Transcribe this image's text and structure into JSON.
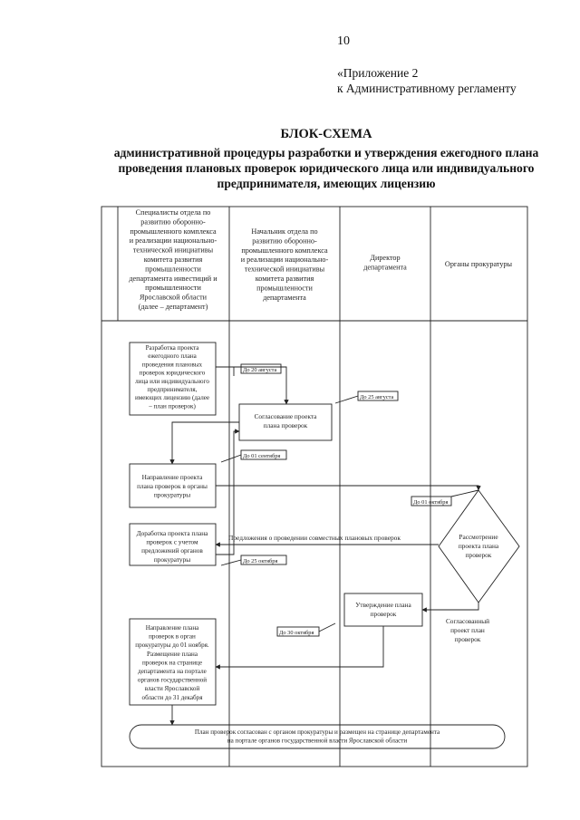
{
  "page_number": "10",
  "appendix": {
    "line1": "«Приложение 2",
    "line2": "к Административному регламенту"
  },
  "title": {
    "main": "БЛОК-СХЕМА",
    "sub": "административной процедуры разработки и утверждения ежегодного плана проведения плановых проверок юридического лица или индивидуального предпринимателя, имеющих лицензию"
  },
  "lanes": [
    [
      "Специалисты отдела по",
      "развитию оборонно-",
      "промышленного комплекса",
      "и реализации национально-",
      "технической инициативы",
      "комитета развития",
      "промышленности",
      "департамента инвестиций и",
      "промышленности",
      "Ярославской области",
      "(далее – департамент)"
    ],
    [
      "Начальник отдела по",
      "развитию оборонно-",
      "промышленного комплекса",
      "и реализации национально-",
      "технической инициативы",
      "комитета развития",
      "промышленности",
      "департамента"
    ],
    [
      "Директор",
      "департамента"
    ],
    [
      "Органы прокуратуры"
    ]
  ],
  "boxes": {
    "b1": [
      "Разработка проекта",
      "ежегодного плана",
      "проведения плановых",
      "проверок юридического",
      "лица или индивидуального",
      "предпринимателя,",
      "имеющих лицензию (далее",
      "– план проверок)"
    ],
    "b2": [
      "Согласование проекта",
      "плана проверок"
    ],
    "b3": [
      "Направление проекта",
      "плана проверок в органы",
      "прокуратуры"
    ],
    "b4": [
      "Доработка проекта плана",
      "проверок с учетом",
      "предложений органов",
      "прокуратуры"
    ],
    "b5": [
      "Утверждение плана",
      "проверок"
    ],
    "b6": [
      "Направление плана",
      "проверок в орган",
      "прокуратуры до 01 ноября.",
      "Размещение плана",
      "проверок на странице",
      "департамента на портале",
      "органов государственной",
      "власти Ярославской",
      "области до 31 декабря"
    ],
    "diamond": [
      "Рассмотрение",
      "проекта плана",
      "проверок"
    ],
    "final": [
      "План проверок согласован с органом прокуратуры и размещен на странице департамента",
      "на портале органов государственной власти Ярославской области"
    ]
  },
  "deadlines": {
    "d1": "До 20 августа",
    "d2": "До 25 августа",
    "d3": "До 01 сентября",
    "d4": "До 01 октября",
    "d5": "До 25 октября",
    "d6": "До 30 октября"
  },
  "labels": {
    "proposals": "Предложения о проведении совместных плановых проверок",
    "agreed": [
      "Согласованный",
      "проект план",
      "проверок"
    ]
  }
}
